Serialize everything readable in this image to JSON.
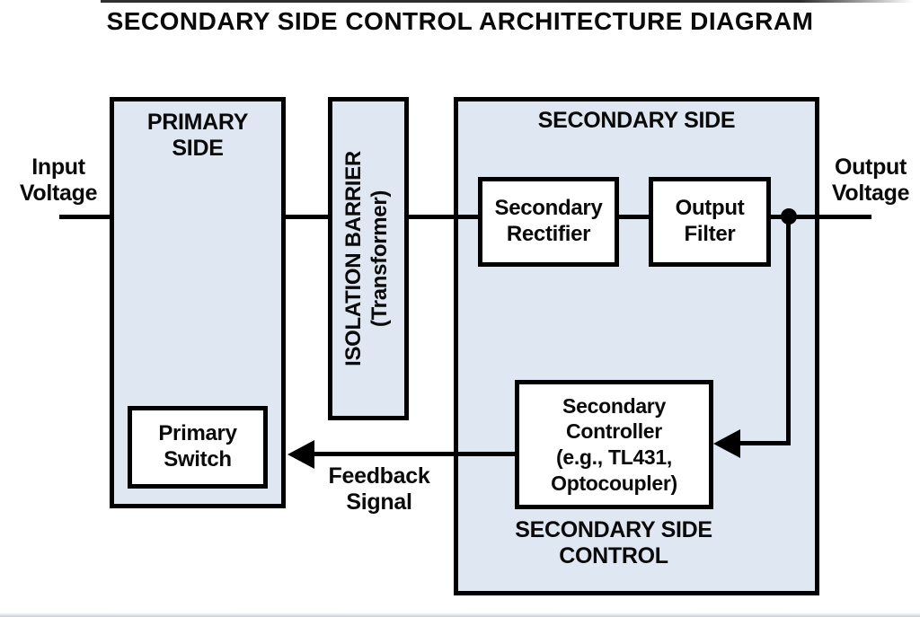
{
  "title": "SECONDARY SIDE CONTROL ARCHITECTURE DIAGRAM",
  "colors": {
    "box_fill": "#dfe7f2",
    "line": "#000000",
    "background": "#ffffff"
  },
  "io": {
    "input_label": "Input\nVoltage",
    "output_label": "Output\nVoltage"
  },
  "primary_side": {
    "title": "PRIMARY\nSIDE",
    "primary_switch": "Primary\nSwitch"
  },
  "isolation_barrier": {
    "label": "ISOLATION BARRIER\n(Transformer)"
  },
  "secondary_side": {
    "title": "SECONDARY SIDE",
    "rectifier": "Secondary\nRectifier",
    "filter": "Output\nFilter",
    "controller": "Secondary\nController\n(e.g., TL431,\nOptocoupler)",
    "control_label": "SECONDARY SIDE\nCONTROL"
  },
  "feedback": {
    "label": "Feedback\nSignal"
  }
}
